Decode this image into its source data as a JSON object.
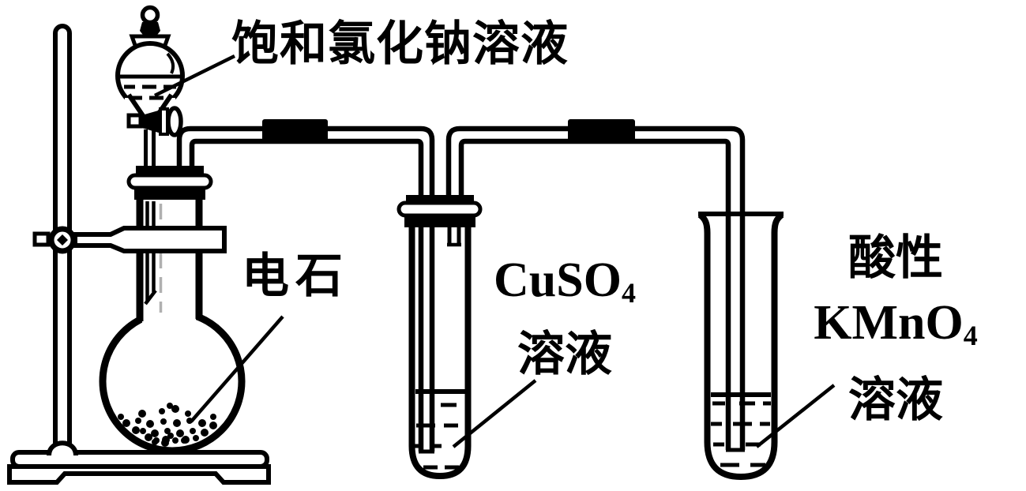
{
  "colors": {
    "ink": "#000000",
    "background": "#ffffff",
    "drip_line": "#b0b0b0"
  },
  "labels": {
    "funnel_solution": "饱和氯化钠溶液",
    "flask_contents": "电石",
    "wash_bottle": {
      "formula": "CuSO",
      "subscript": "4",
      "line2": "溶液"
    },
    "oxidizer_tube": {
      "line1": "酸性",
      "formula": "KMnO",
      "subscript": "4",
      "line3": "溶液"
    }
  }
}
